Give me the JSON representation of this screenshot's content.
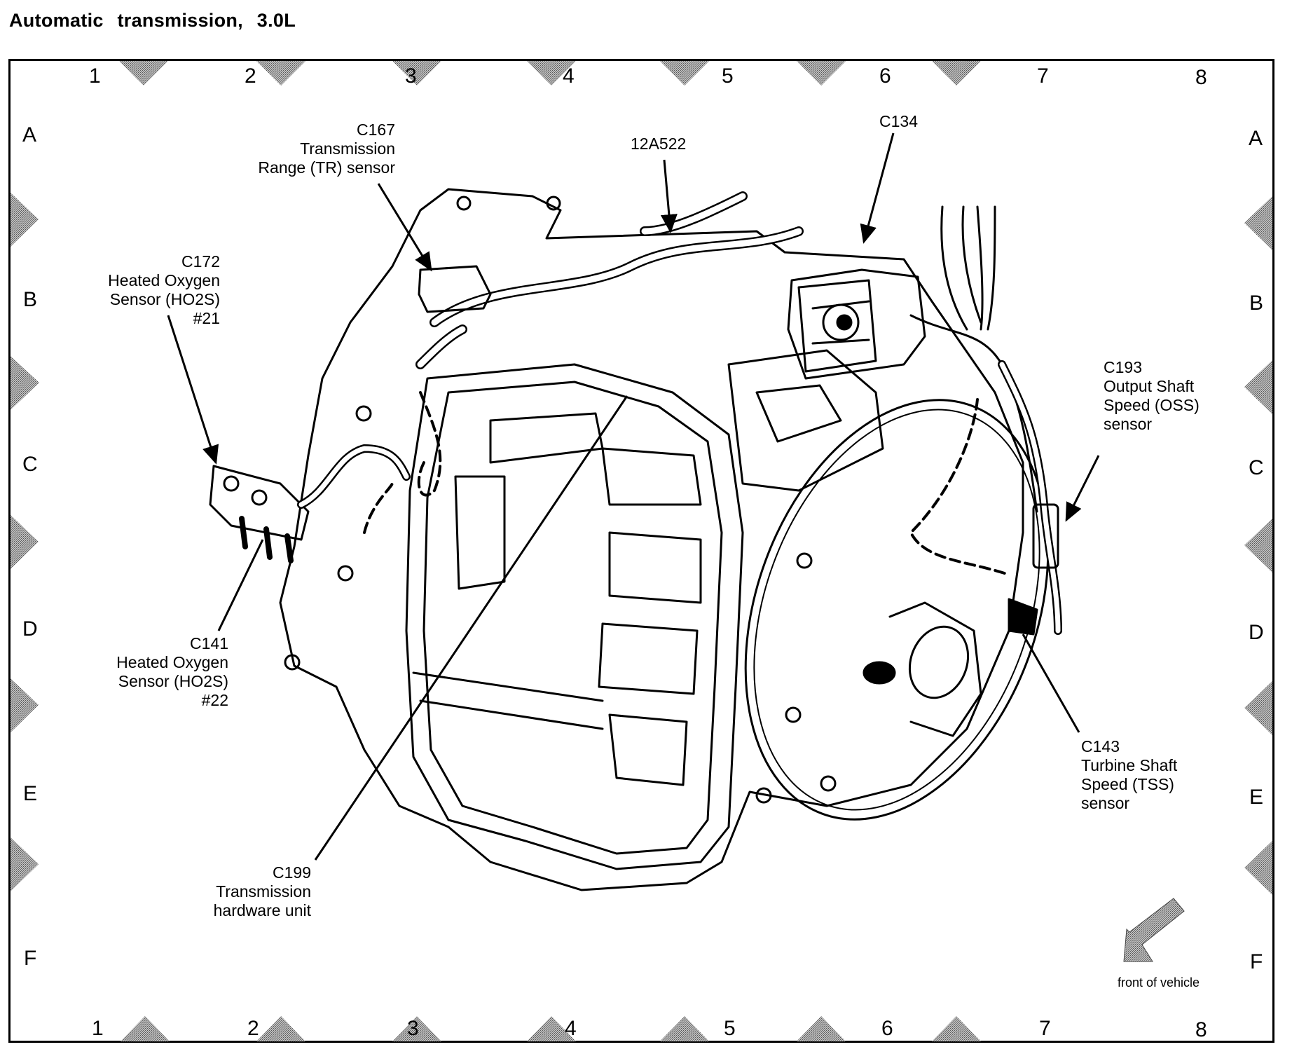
{
  "title": "Automatic transmission, 3.0L",
  "grid": {
    "columns": [
      "1",
      "2",
      "3",
      "4",
      "5",
      "6",
      "7",
      "8"
    ],
    "rows": [
      "A",
      "B",
      "C",
      "D",
      "E",
      "F"
    ]
  },
  "callouts": {
    "c167": {
      "id": "C167",
      "line1": "Transmission",
      "line2": "Range (TR) sensor"
    },
    "a12a522": {
      "id": "12A522"
    },
    "c134": {
      "id": "C134"
    },
    "c172": {
      "id": "C172",
      "line1": "Heated Oxygen",
      "line2": "Sensor (HO2S)",
      "line3": "#21"
    },
    "c193": {
      "id": "C193",
      "line1": "Output Shaft",
      "line2": "Speed (OSS)",
      "line3": "sensor"
    },
    "c141": {
      "id": "C141",
      "line1": "Heated Oxygen",
      "line2": "Sensor (HO2S)",
      "line3": "#22"
    },
    "c143": {
      "id": "C143",
      "line1": "Turbine Shaft",
      "line2": "Speed (TSS)",
      "line3": "sensor"
    },
    "c199": {
      "id": "C199",
      "line1": "Transmission",
      "line2": "hardware unit"
    }
  },
  "orientation": {
    "label": "front of vehicle",
    "icon": "arrow-down-left-icon"
  },
  "colors": {
    "line": "#000000",
    "marker": "#8a8a8a",
    "background": "#ffffff"
  }
}
